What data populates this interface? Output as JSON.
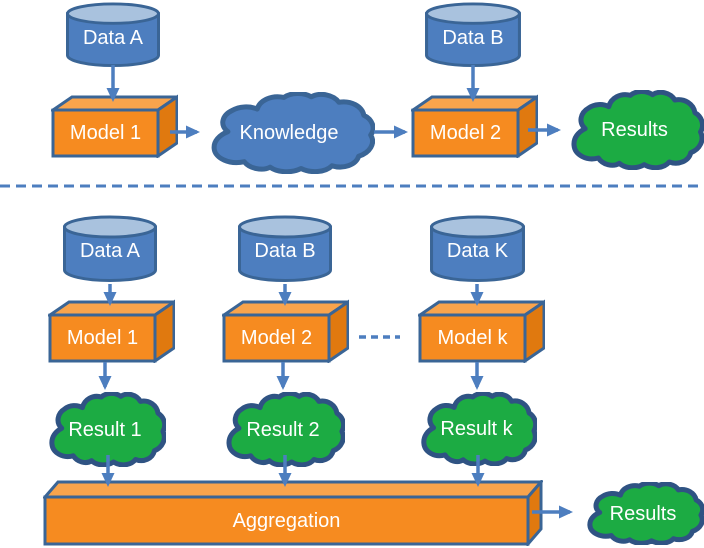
{
  "colors": {
    "blue_fill": "#4d7ebf",
    "blue_outline": "#3a6596",
    "cylinder_top": "#a9c2de",
    "orange_front": "#f68b20",
    "orange_top": "#f9a44c",
    "orange_side": "#e0790f",
    "green_fill": "#1cab43",
    "green_outline": "#2f5383",
    "arrow": "#4d7ebf",
    "label_text": "#ffffff"
  },
  "top_section": {
    "data_a": "Data A",
    "data_b": "Data B",
    "model_1": "Model 1",
    "model_2": "Model 2",
    "knowledge": "Knowledge",
    "results": "Results"
  },
  "bottom_section": {
    "data_a": "Data A",
    "data_b": "Data B",
    "data_k": "Data K",
    "model_1": "Model 1",
    "model_2": "Model 2",
    "model_k": "Model k",
    "result_1": "Result 1",
    "result_2": "Result 2",
    "result_k": "Result k",
    "aggregation": "Aggregation",
    "results": "Results"
  }
}
